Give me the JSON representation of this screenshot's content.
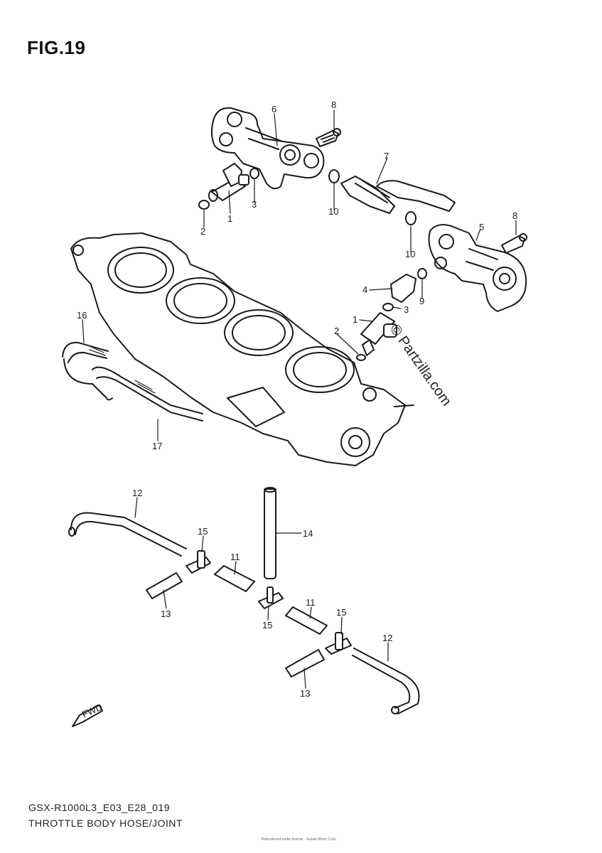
{
  "figure": {
    "title": "FIG.19",
    "code": "GSX-R1000L3_E03_E28_019",
    "name": "THROTTLE BODY HOSE/JOINT",
    "watermark": "© Partzilla.com",
    "direction_tag": "FWD",
    "copyright": "Reproduced under license · Suzuki Motor Corp."
  },
  "callouts": [
    {
      "label": "6"
    },
    {
      "label": "8"
    },
    {
      "label": "7"
    },
    {
      "label": "1"
    },
    {
      "label": "3"
    },
    {
      "label": "10"
    },
    {
      "label": "2"
    },
    {
      "label": "10"
    },
    {
      "label": "5"
    },
    {
      "label": "8"
    },
    {
      "label": "4"
    },
    {
      "label": "9"
    },
    {
      "label": "3"
    },
    {
      "label": "1"
    },
    {
      "label": "2"
    },
    {
      "label": "16"
    },
    {
      "label": "17"
    },
    {
      "label": "12"
    },
    {
      "label": "15"
    },
    {
      "label": "14"
    },
    {
      "label": "11"
    },
    {
      "label": "13"
    },
    {
      "label": "15"
    },
    {
      "label": "11"
    },
    {
      "label": "15"
    },
    {
      "label": "12"
    },
    {
      "label": "13"
    }
  ]
}
